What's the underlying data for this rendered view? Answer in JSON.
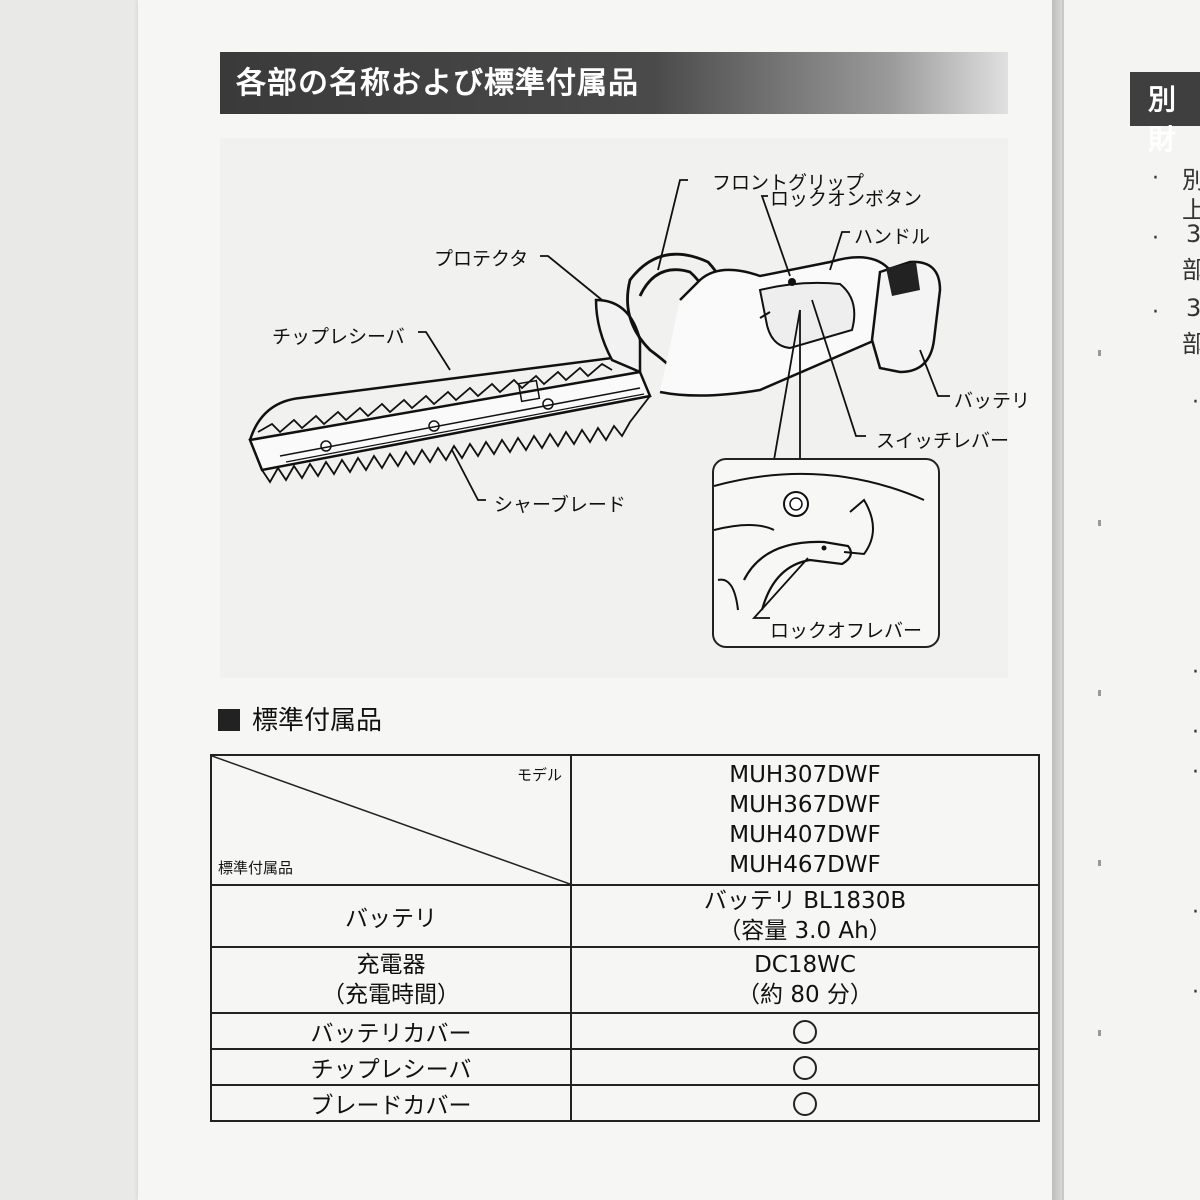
{
  "header": {
    "section_title": "各部の名称および標準付属品"
  },
  "right_page": {
    "title_fragment": "別財",
    "lines": [
      "別",
      "上",
      "3",
      "部",
      "3",
      "部"
    ]
  },
  "diagram": {
    "labels": {
      "front_grip": "フロントグリップ",
      "lock_on_button": "ロックオンボタン",
      "handle": "ハンドル",
      "protector": "プロテクタ",
      "chip_receiver": "チップレシーバ",
      "battery": "バッテリ",
      "switch_lever": "スイッチレバー",
      "shear_blade": "シャーブレード",
      "lock_off_lever": "ロックオフレバー"
    }
  },
  "accessories": {
    "heading": "標準付属品",
    "header_model_label": "モデル",
    "header_accessory_label": "標準付属品",
    "models": [
      "MUH307DWF",
      "MUH367DWF",
      "MUH407DWF",
      "MUH467DWF"
    ],
    "rows": [
      {
        "name": "バッテリ",
        "value_lines": [
          "バッテリ BL1830B",
          "（容量 3.0 Ah）"
        ]
      },
      {
        "name_lines": [
          "充電器",
          "（充電時間）"
        ],
        "value_lines": [
          "DC18WC",
          "（約 80 分）"
        ]
      },
      {
        "name": "バッテリカバー",
        "value": "○"
      },
      {
        "name": "チップレシーバ",
        "value": "○"
      },
      {
        "name": "ブレードカバー",
        "value": "○"
      }
    ]
  }
}
